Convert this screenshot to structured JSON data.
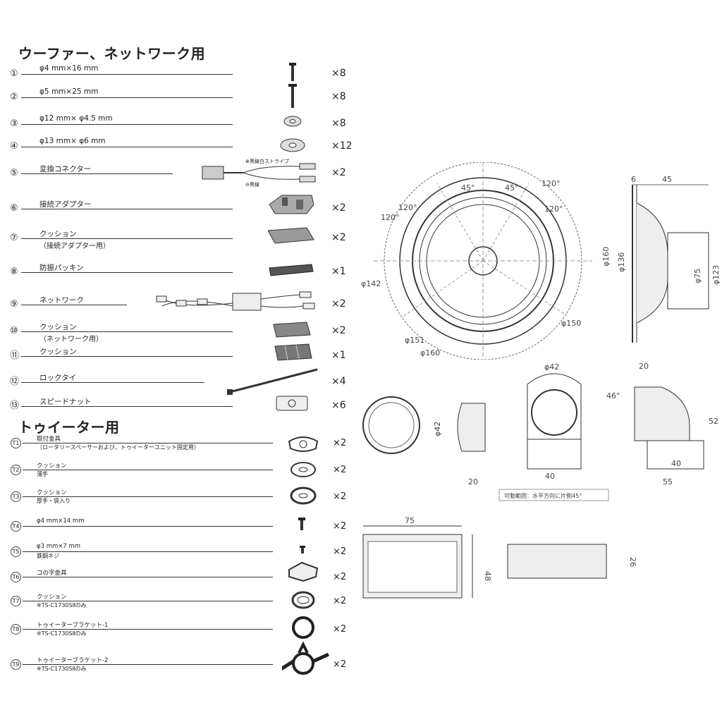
{
  "woofer_section_title": "ウーファー、ネットワーク用",
  "tweeter_section_title": "トゥイーター用",
  "woofer_parts": [
    {
      "num": "①",
      "label": "φ4 mm×16 mm",
      "sub": "",
      "qty": "×8"
    },
    {
      "num": "②",
      "label": "φ5 mm×25 mm",
      "sub": "",
      "qty": "×8"
    },
    {
      "num": "③",
      "label": "φ12 mm× φ4.5 mm",
      "sub": "",
      "qty": "×8"
    },
    {
      "num": "④",
      "label": "φ13 mm× φ6 mm",
      "sub": "",
      "qty": "×12"
    },
    {
      "num": "⑤",
      "label": "変換コネクター",
      "sub": "",
      "qty": "×2"
    },
    {
      "num": "⑥",
      "label": "接続アダプター",
      "sub": "",
      "qty": "×2"
    },
    {
      "num": "⑦",
      "label": "クッション",
      "sub": "（接続アダプター用）",
      "qty": "×2"
    },
    {
      "num": "⑧",
      "label": "防振パッキン",
      "sub": "",
      "qty": "×1"
    },
    {
      "num": "⑨",
      "label": "ネットワーク",
      "sub": "",
      "qty": "×2"
    },
    {
      "num": "⑩",
      "label": "クッション",
      "sub": "（ネットワーク用）",
      "qty": "×2"
    },
    {
      "num": "⑪",
      "label": "クッション",
      "sub": "",
      "qty": "×1"
    },
    {
      "num": "⑫",
      "label": "ロックタイ",
      "sub": "",
      "qty": "×4"
    },
    {
      "num": "⑬",
      "label": "スピードナット",
      "sub": "",
      "qty": "×6"
    }
  ],
  "connector_labels": {
    "stripe": "⊕黒線白ストライプ",
    "black": "⊖黒線"
  },
  "tweeter_parts": [
    {
      "num": "T1",
      "label": "取付金具",
      "sub": "（ロータリースペーサーおよび、トゥイーターユニット固定用）",
      "qty": "×2"
    },
    {
      "num": "T2",
      "label": "クッション",
      "sub": "薄手",
      "qty": "×2"
    },
    {
      "num": "T3",
      "label": "クッション",
      "sub": "厚手・袋入り",
      "qty": "×2"
    },
    {
      "num": "T4",
      "label": "φ4 mm×14 mm",
      "sub": "",
      "qty": "×2"
    },
    {
      "num": "T5",
      "label": "φ3 mm×7 mm",
      "sub": "鉄鋼ネジ",
      "qty": "×2"
    },
    {
      "num": "T6",
      "label": "コの字金具",
      "sub": "",
      "qty": "×2"
    },
    {
      "num": "T7",
      "label": "クッション",
      "sub": "※TS-C1730SⅡのみ",
      "qty": "×2"
    },
    {
      "num": "T8",
      "label": "トゥイーターブラケット-1",
      "sub": "※TS-C1730SⅡのみ",
      "qty": "×2"
    },
    {
      "num": "T9",
      "label": "トゥイーターブラケット-2",
      "sub": "※TS-C1730SⅡのみ",
      "qty": "×2"
    }
  ],
  "woofer_dims": {
    "angle_45a": "45°",
    "angle_45b": "45°",
    "angle_120a": "120°",
    "angle_120b": "120°",
    "angle_120c": "120°",
    "angle_120d": "120°",
    "d142": "φ142",
    "d151": "φ151",
    "d160": "φ160",
    "d150": "φ150",
    "side_6": "6",
    "side_45": "45",
    "side_d160": "φ160",
    "side_d136": "φ136",
    "side_d75": "φ75",
    "side_d123": "φ123"
  },
  "tweeter_dims": {
    "d42_side": "φ42",
    "w20": "20",
    "d42_top": "φ42",
    "w40": "40",
    "note": "可動範囲：水平方向に片側45°",
    "s20": "20",
    "angle46": "46°",
    "h52": "52",
    "b40": "40",
    "b55": "55"
  },
  "network_dims": {
    "w75": "75",
    "h48": "48",
    "h26": "26"
  }
}
